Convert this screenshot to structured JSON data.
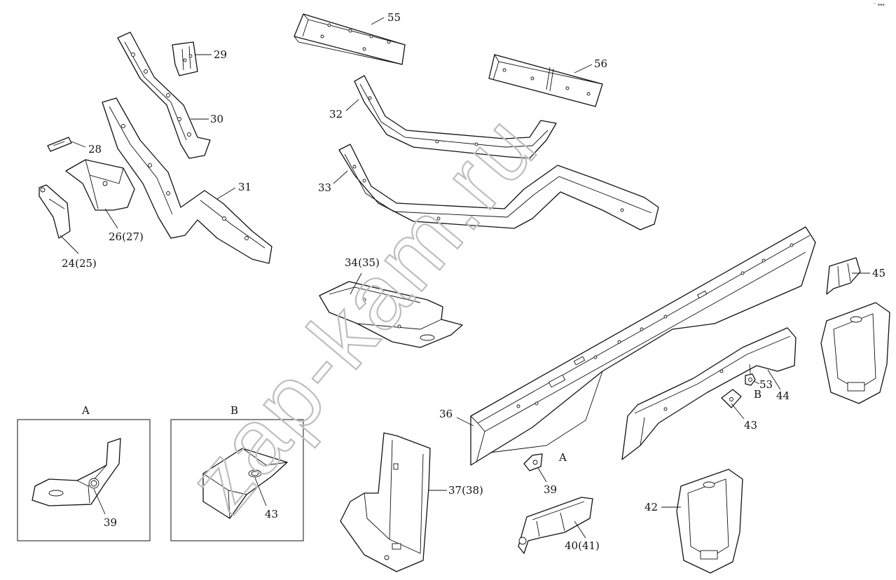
{
  "watermark": "zap-kam.ru",
  "corner_mark": "™ ▪▪▪",
  "callouts": {
    "l24": "24(25)",
    "l26": "26(27)",
    "l28": "28",
    "l29": "29",
    "l30": "30",
    "l31": "31",
    "l32": "32",
    "l33": "33",
    "l34": "34(35)",
    "l36": "36",
    "l37": "37(38)",
    "l39": "39",
    "l40": "40(41)",
    "l42": "42",
    "l43": "43",
    "l44": "44",
    "l45": "45",
    "l53": "53",
    "l55": "55",
    "l56": "56",
    "markA": "A",
    "markB": "B"
  },
  "detail_views": {
    "a": {
      "title": "A",
      "part": "39"
    },
    "b": {
      "title": "B",
      "part": "43"
    }
  }
}
